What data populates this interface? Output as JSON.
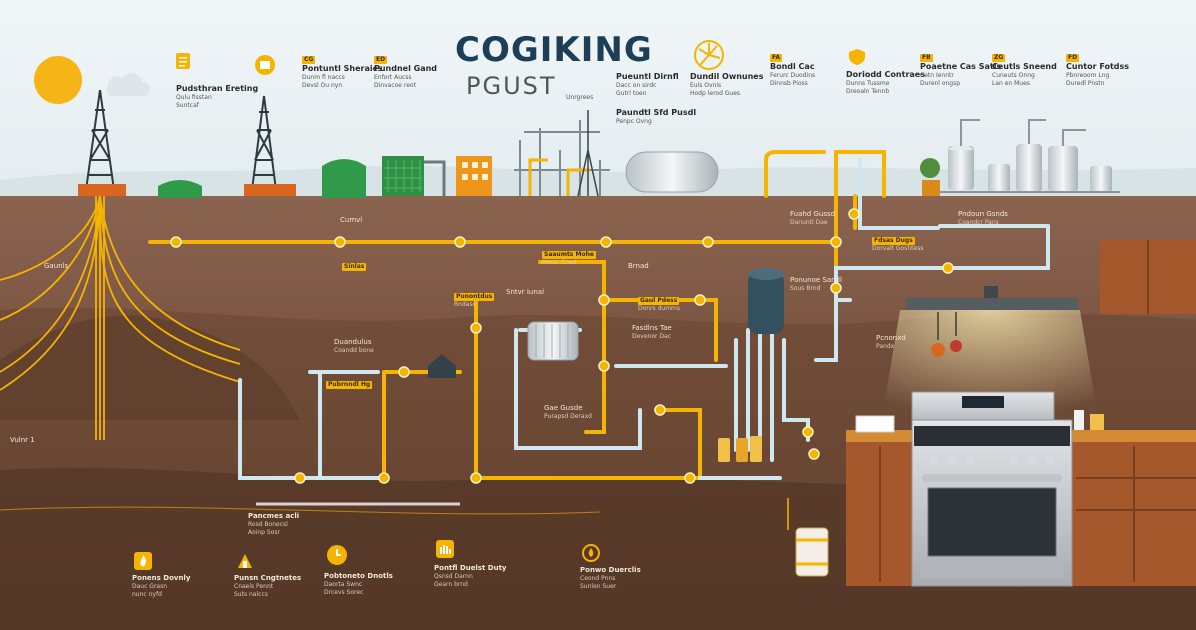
{
  "title": "COGIKING",
  "subtitle": "PGUST",
  "subtitle_note": "Unrgrees",
  "colors": {
    "sky": "#e9f1f4",
    "ground": "#7e5a45",
    "ground_deep": "#5b3b2a",
    "pipe_gold": "#f4b400",
    "pipe_blue": "#cfe8f0",
    "title": "#1d3e57",
    "cabinet": "#a5582c",
    "stove": "#c9ccd0"
  },
  "top_labels": [
    {
      "badge": "",
      "title": "Pudsthran Ereting",
      "sub": "Qulu fisstan\nSuntcaf"
    },
    {
      "badge": "CG",
      "title": "Pontuntl Sheraics",
      "sub": "Dunm fl naccs\nDevsl Ou nyn"
    },
    {
      "badge": "ED",
      "title": "Pundnel Gand",
      "sub": "Enfort Aucss\nDinvacoe reot"
    },
    {
      "badge": "",
      "title": "Pueuntl Dirnfl",
      "sub": "Dacc on sirdc\nGutrl toen"
    },
    {
      "badge": "",
      "title": "Paundtl Sfd Pusdl",
      "sub": "Penpc Ovng"
    },
    {
      "badge": "",
      "title": "Dundil Ownunes",
      "sub": "Euls Ovnis\nHodp lerod Gues"
    },
    {
      "badge": "FA",
      "title": "Bondl Cac",
      "sub": "Ferurc Duodins\nDinnsb Pioss"
    },
    {
      "badge": "",
      "title": "Doriodd Contraes",
      "sub": "Dunns Tussme\nDreoaln Tennb"
    },
    {
      "badge": "FB",
      "title": "Poaetne Cas Satls",
      "sub": "Cetn Ienntr\nDurenl ongsp"
    },
    {
      "badge": "ZG",
      "title": "Ceutls Sneend",
      "sub": "Cuneuts Onng\nLan en Mues"
    },
    {
      "badge": "FD",
      "title": "Cuntor Fotdss",
      "sub": "Pbnreoom Lng\nDuredl Pnstn"
    }
  ],
  "ground_labels": [
    {
      "title": "Gaunls",
      "sub": ""
    },
    {
      "title": "Cumvl",
      "sub": ""
    },
    {
      "title": "Sinlas",
      "sub": ""
    },
    {
      "title": "Duandulus",
      "sub": "Coandd bone"
    },
    {
      "title": "Pubrnndl Hg",
      "sub": ""
    },
    {
      "title": "Punontdus",
      "sub": "Rndasc"
    },
    {
      "title": "Saaumts Mohe",
      "sub": "Hmsc Gned"
    },
    {
      "title": "Brnad",
      "sub": ""
    },
    {
      "title": "Sntvr Iunal",
      "sub": ""
    },
    {
      "title": "Gaul Pdess",
      "sub": "Donrs dumms"
    },
    {
      "title": "Fasdlns Tae",
      "sub": "Devenor Dac"
    },
    {
      "title": "Gae Gusde",
      "sub": "Purapsd Deraxd"
    },
    {
      "title": "Fuahd Gussd",
      "sub": "Danuntl Dae"
    },
    {
      "title": "Pndoun Gsnds",
      "sub": "Coandcr Pans"
    },
    {
      "title": "Fdsas Dugs",
      "sub": "Dorvalt Goshtess"
    },
    {
      "title": "Ponunoe Sandl",
      "sub": "Sous Brnd"
    },
    {
      "title": "Pcnonxd",
      "sub": "Pandx"
    },
    {
      "title": "Vulnr 1",
      "sub": ""
    }
  ],
  "bottom_labels": [
    {
      "title": "Ponens Dovnly",
      "sub": "Dauc Grasn\nnunc nyfd"
    },
    {
      "title": "Punsn Cngtnetes",
      "sub": "Cnaels Pennt\nSuts nalccs"
    },
    {
      "title": "Pancmes acli",
      "sub": "Rosd Bonecsl\nAoinp Sosr"
    },
    {
      "title": "Pobtoneto Dnotls",
      "sub": "Daorta Swnc\nDrcevs Sorec"
    },
    {
      "title": "Pontfl Duelst Duty",
      "sub": "Qsnsd Darnn\nGearn brnd"
    },
    {
      "title": "Ponwo Duerclis",
      "sub": "Ceond Pnns\nSunlen Suer"
    }
  ]
}
